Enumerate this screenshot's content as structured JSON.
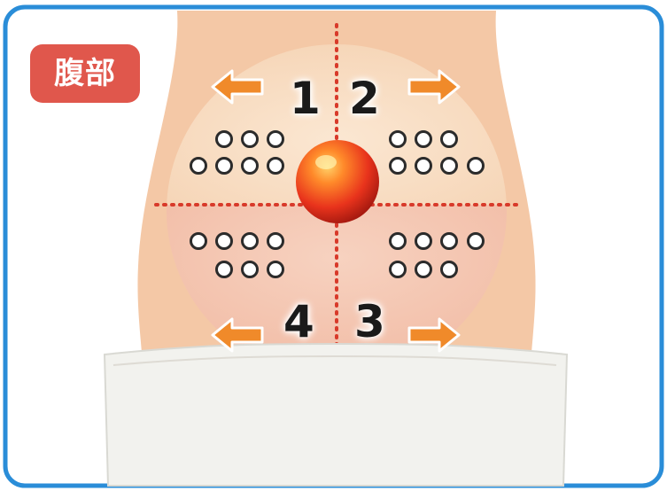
{
  "label": {
    "text": "腹部"
  },
  "zones": [
    "1",
    "2",
    "3",
    "4"
  ],
  "colors": {
    "border": "#2a8dd8",
    "badge": "#e0574c",
    "skin": "#f4c8a6",
    "arrow": "#f08a2a",
    "navel": "#e8331c",
    "guide_line": "#d83a2a"
  },
  "icons": {
    "arrows": [
      "arrow-left-icon",
      "arrow-right-icon"
    ],
    "navel": "navel-ball-icon",
    "points": "acupoint-circle-icon"
  }
}
